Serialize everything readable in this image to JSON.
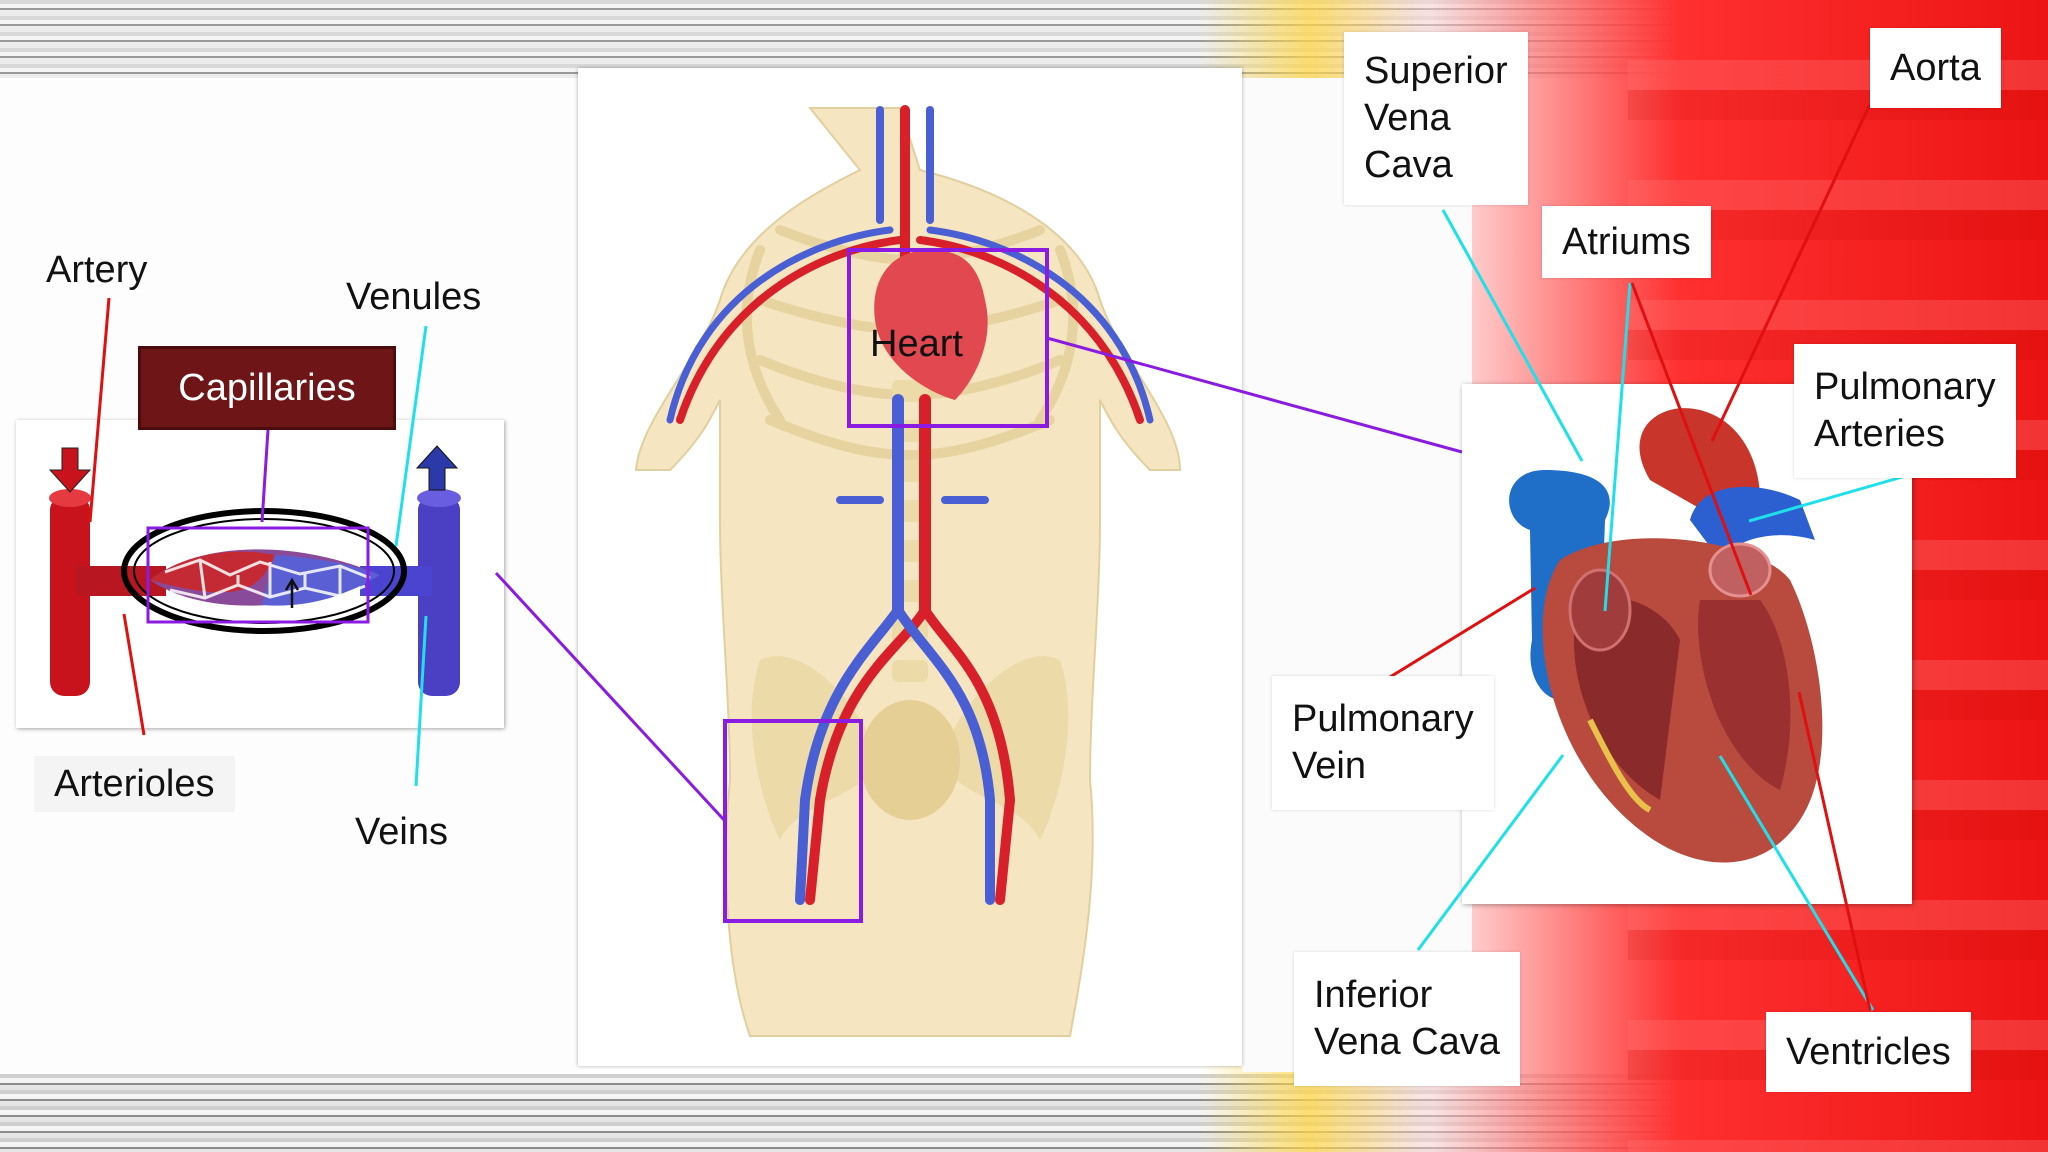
{
  "labels": {
    "artery": "Artery",
    "venules": "Venules",
    "capillaries": "Capillaries",
    "arterioles": "Arterioles",
    "veins": "Veins",
    "heart": "Heart",
    "superior_vena_cava": [
      "Superior",
      "Vena",
      "Cava"
    ],
    "atriums": "Atriums",
    "aorta": "Aorta",
    "pulmonary_arteries": [
      "Pulmonary",
      "Arteries"
    ],
    "pulmonary_vein": [
      "Pulmonary",
      "Vein"
    ],
    "inferior_vena_cava": [
      "Inferior",
      "Vena Cava"
    ],
    "ventricles": "Ventricles"
  },
  "colors": {
    "artery_red": "#d8202a",
    "vein_blue": "#4a5fd4",
    "callout_purple": "#8a1be0",
    "leader_red": "#e01010",
    "leader_cyan": "#1fe0ea",
    "capillaries_fill": "#6e1518",
    "skin": "#f5e5c0",
    "bone": "#efe0b3"
  }
}
